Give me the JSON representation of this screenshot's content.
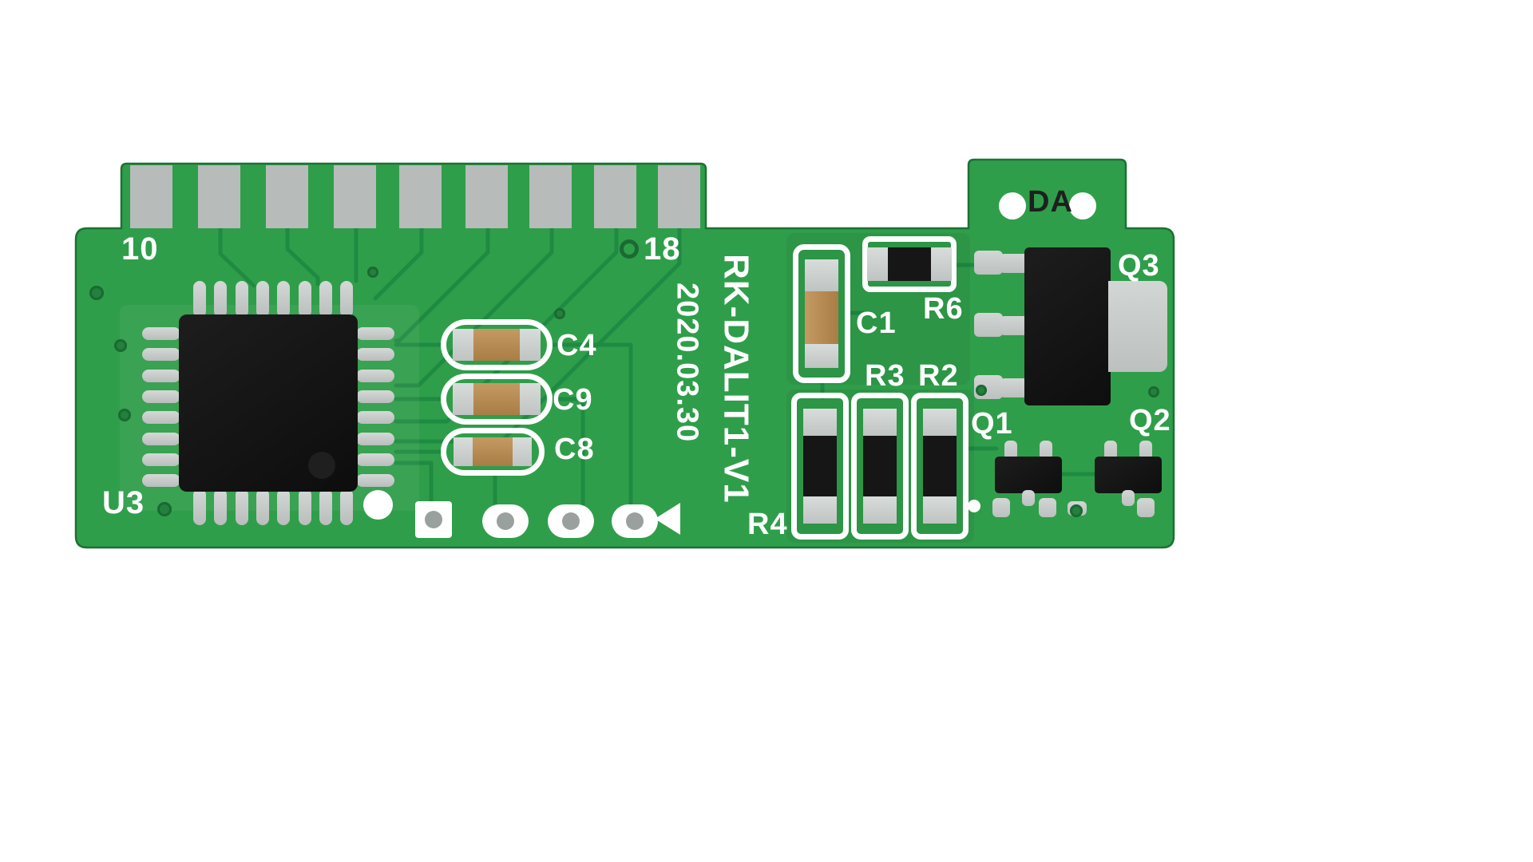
{
  "board": {
    "silkscreen": {
      "model": "RK-DALIT1-V1",
      "date": "2020.03.30",
      "pin_start": "10",
      "pin_end": "18",
      "connector": "DA"
    },
    "components": {
      "u3": "U3",
      "c1": "C1",
      "c4": "C4",
      "c8": "C8",
      "c9": "C9",
      "r2": "R2",
      "r3": "R3",
      "r4": "R4",
      "r6": "R6",
      "q1": "Q1",
      "q2": "Q2",
      "q3": "Q3"
    },
    "colors": {
      "pcb_green": "#2f9e4a",
      "trace_green": "#1f8a41",
      "board_edge": "#1d7134",
      "silkscreen_white": "#ffffff",
      "connector_pad_gray": "#b7bbb9",
      "component_silver": "#c9cdcb",
      "component_black": "#161616",
      "capacitor_tan": "#b5854e",
      "hole_gray": "#9aa09e",
      "da_text_dark": "#1f1f1f"
    }
  }
}
